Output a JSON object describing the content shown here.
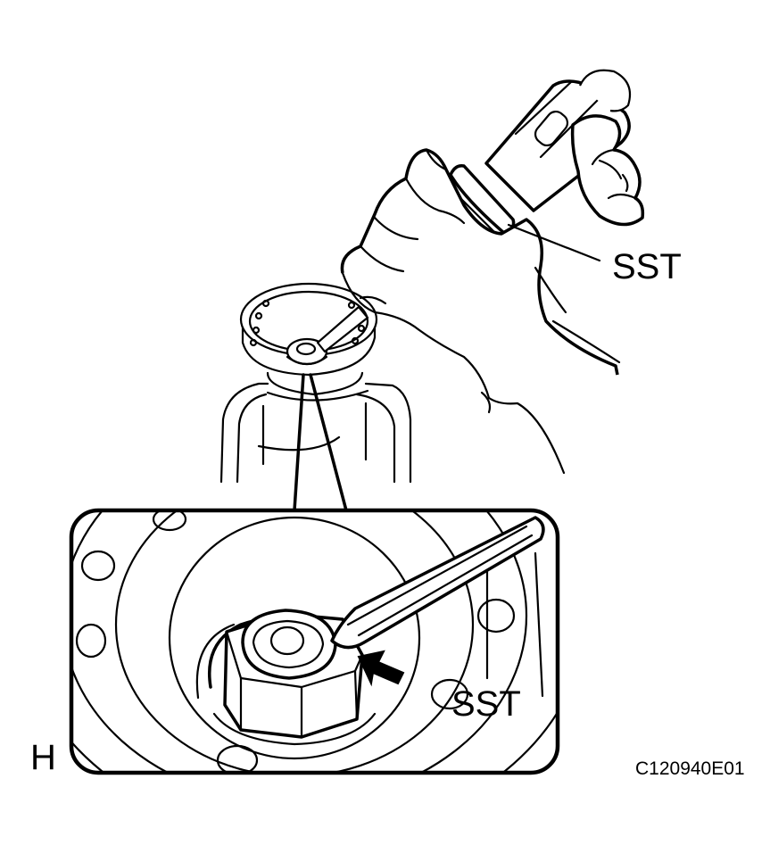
{
  "labels": {
    "sst_upper": "SST",
    "sst_detail": "SST",
    "view_letter": "H",
    "figure_code": "C120940E01"
  },
  "colors": {
    "line": "#000000",
    "background": "#ffffff"
  },
  "icons": {
    "arrow": "arrow-icon"
  }
}
